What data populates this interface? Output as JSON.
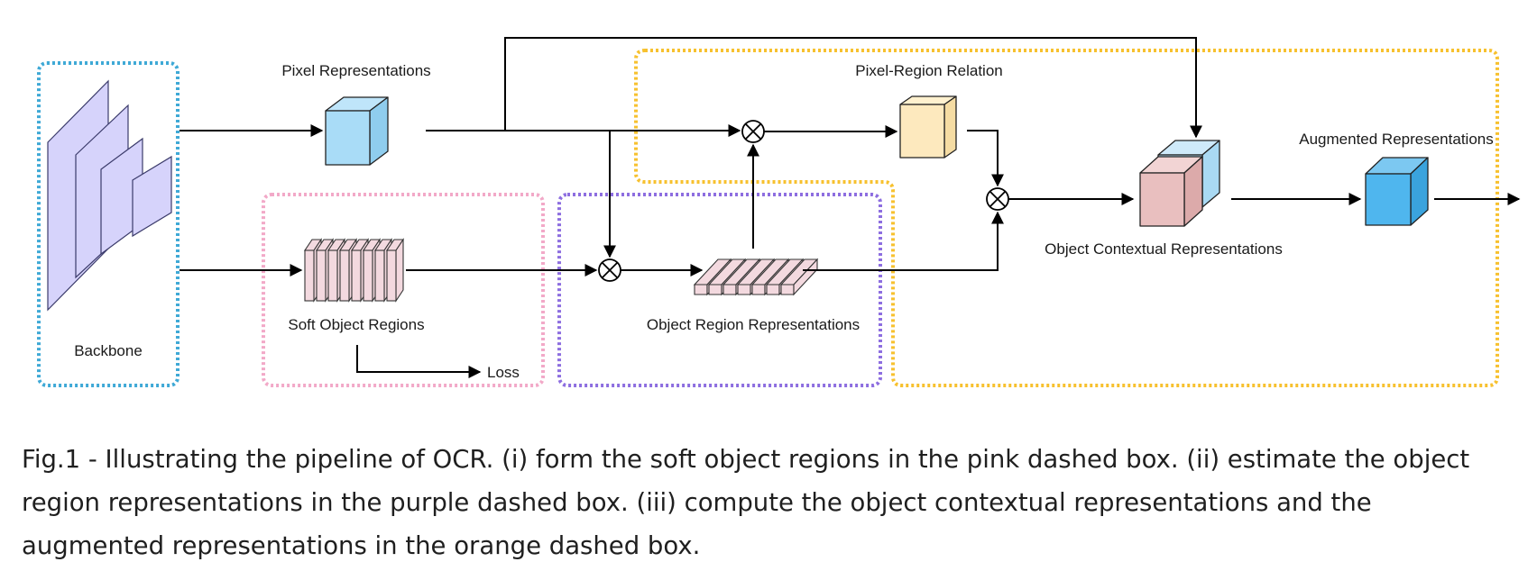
{
  "labels": {
    "backbone": "Backbone",
    "pixel_representations": "Pixel Representations",
    "soft_object_regions": "Soft Object Regions",
    "loss": "Loss",
    "object_region_representations": "Object Region Representations",
    "pixel_region_relation": "Pixel-Region Relation",
    "object_contextual_representations": "Object Contextual Representations",
    "augmented_representations": "Augmented Representations"
  },
  "caption": "Fig.1 - Illustrating the pipeline of OCR. (i) form the soft object regions in the pink dashed box. (ii) estimate the object region representations in the purple dashed box. (iii) compute the object contextual representations and the augmented representations in the orange dashed box.",
  "colors": {
    "backbone_box": "#3fa9d6",
    "soft_region_box": "#f2a9c8",
    "object_region_box": "#8d6ee0",
    "orange_box": "#f7c12f",
    "backbone_fill": "#d6d3fb",
    "pixel_cube": "#a9dcf7",
    "region_slab": "#f3d9df",
    "relation_cube": "#fde9be",
    "context_front": "#e9bfbf",
    "context_back": "#b8e2f7",
    "augmented_cube": "#4fb6ee"
  }
}
